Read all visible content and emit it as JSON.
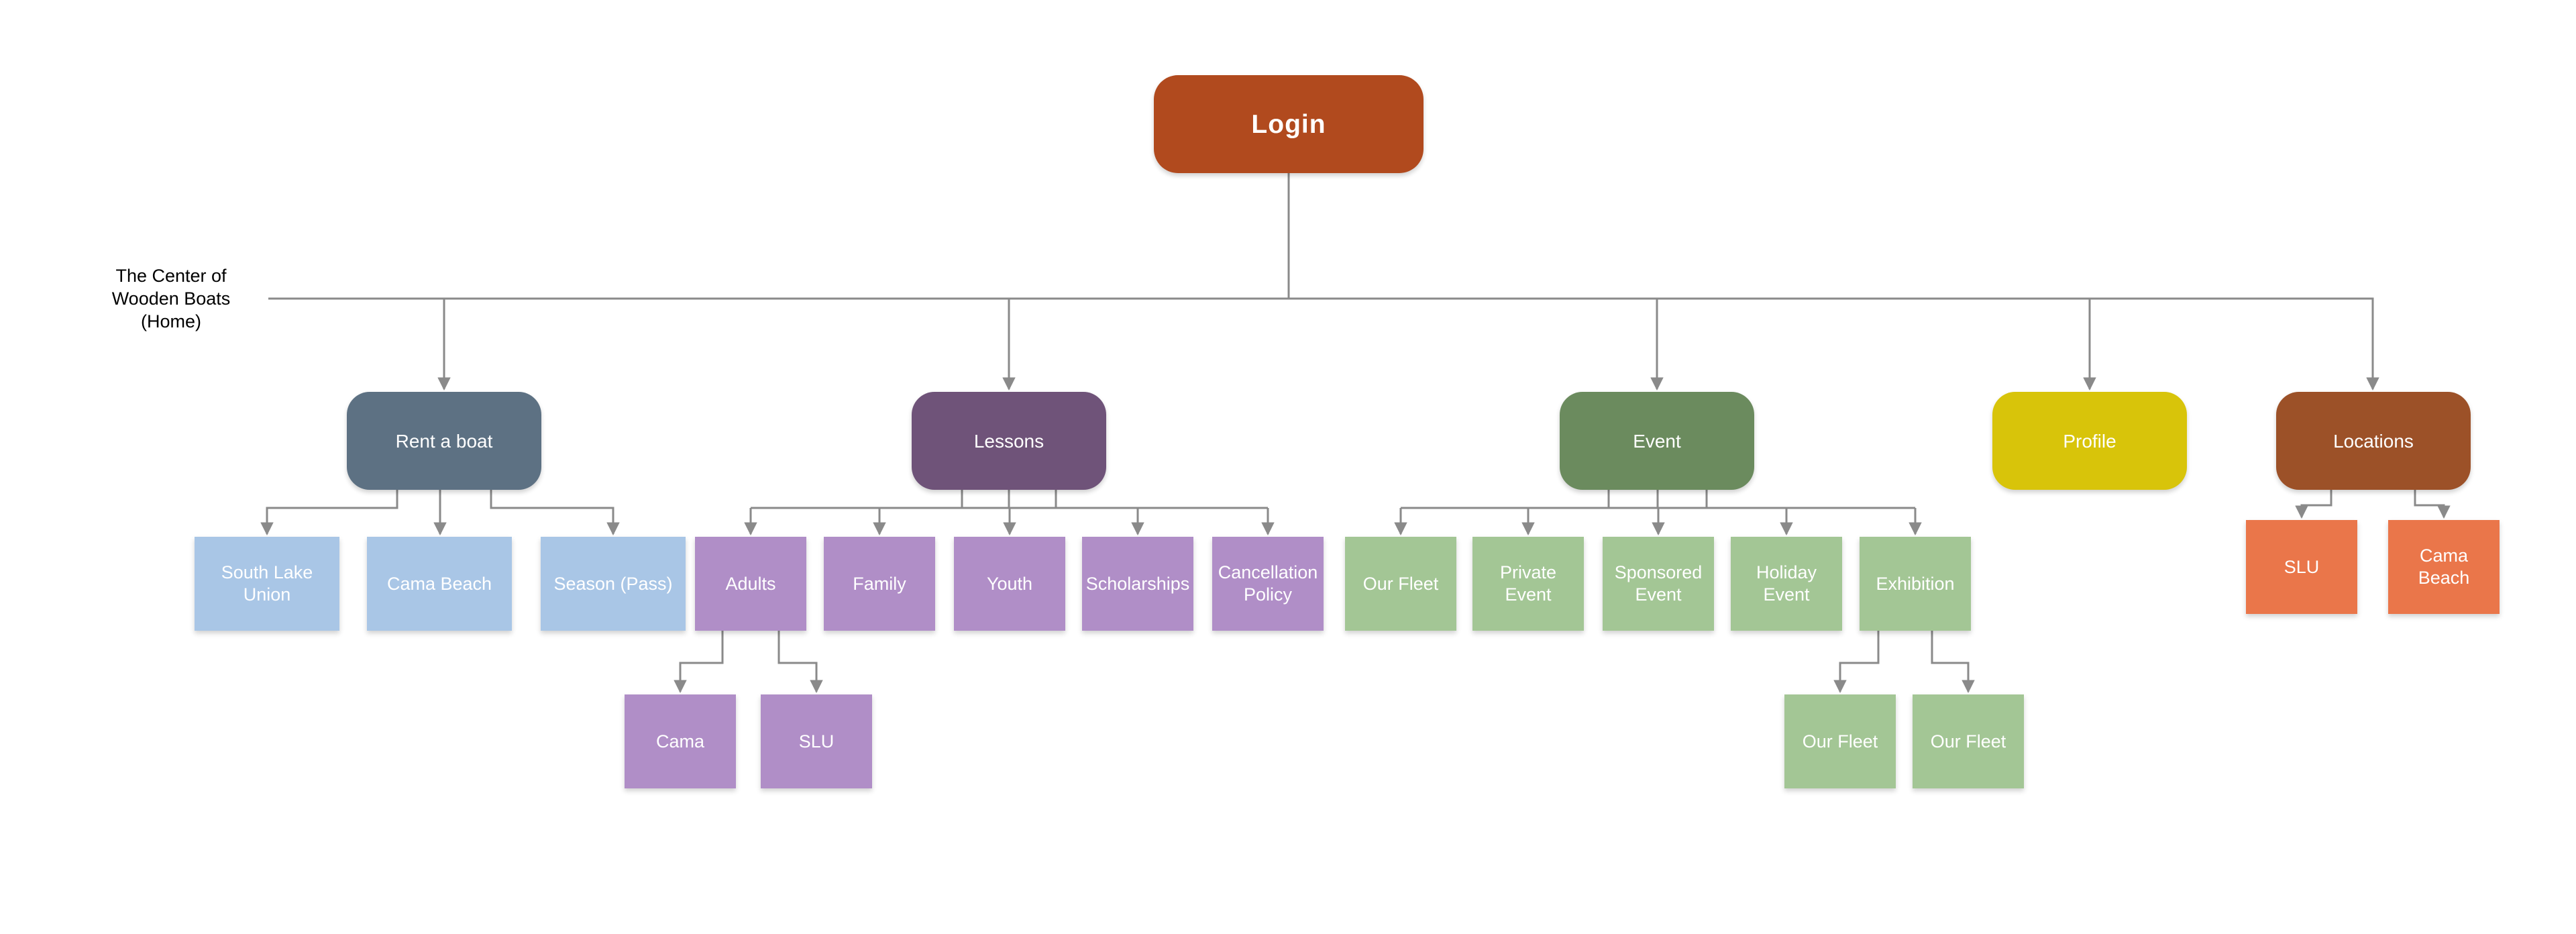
{
  "sitemap": {
    "login": {
      "label": "Login",
      "color": "#B14A1E"
    },
    "home": {
      "label": "The Center of\nWooden Boats\n(Home)"
    },
    "sections": [
      {
        "label": "Rent a boat",
        "color": "#5D7183",
        "child_color": "#A9C6E6",
        "children": [
          "South Lake Union",
          "Cama Beach",
          "Season (Pass)"
        ]
      },
      {
        "label": "Lessons",
        "color": "#6F5379",
        "child_color": "#B08EC7",
        "children": [
          "Adults",
          "Family",
          "Youth",
          "Scholarships",
          "Cancellation Policy"
        ],
        "grandchildren": {
          "parent": "Adults",
          "color": "#B08EC7",
          "items": [
            "Cama",
            "SLU"
          ]
        }
      },
      {
        "label": "Event",
        "color": "#6B8B5E",
        "child_color": "#A3C695",
        "children": [
          "Our Fleet",
          "Private Event",
          "Sponsored Event",
          "Holiday Event",
          "Exhibition"
        ],
        "grandchildren": {
          "parent": "Exhibition",
          "color": "#A3C695",
          "items": [
            "Our Fleet",
            "Our Fleet"
          ]
        }
      },
      {
        "label": "Profile",
        "color": "#D8C40A",
        "children": []
      },
      {
        "label": "Locations",
        "color": "#9C5128",
        "child_color": "#EA764A",
        "children": [
          "SLU",
          "Cama Beach"
        ]
      }
    ],
    "connector_color": "#8A8A8A",
    "text_color": "#FFFFFF"
  }
}
